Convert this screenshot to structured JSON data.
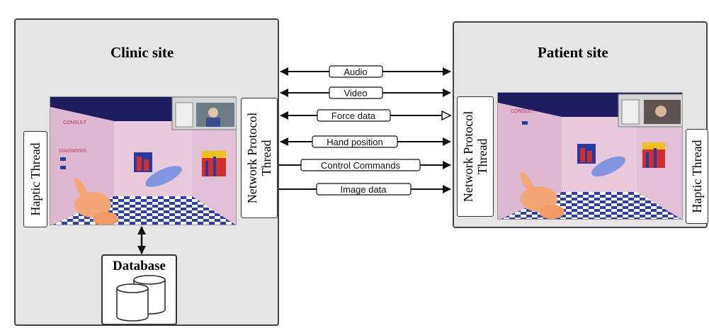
{
  "clinic": {
    "title": "Clinic site",
    "haptic_label": "Haptic Thread",
    "network_label_line1": "Network Protocol",
    "network_label_line2": "Thread"
  },
  "patient": {
    "title": "Patient site",
    "haptic_label": "Haptic Thread",
    "network_label_line1": "Network Protocol",
    "network_label_line2": "Thread"
  },
  "database": {
    "title": "Database"
  },
  "messages": [
    {
      "label": "Audio",
      "direction": "both"
    },
    {
      "label": "Video",
      "direction": "both"
    },
    {
      "label": "Force data",
      "direction": "both-open-right"
    },
    {
      "label": "Hand position",
      "direction": "both"
    },
    {
      "label": "Control Commands",
      "direction": "right"
    },
    {
      "label": "Image data",
      "direction": "right"
    }
  ],
  "colors": {
    "panel": "#e6e6e6",
    "screen_wall": "#e8c8dc",
    "screen_ceiling": "#1c1c5e",
    "floor_checker": "#2d3fb0"
  }
}
